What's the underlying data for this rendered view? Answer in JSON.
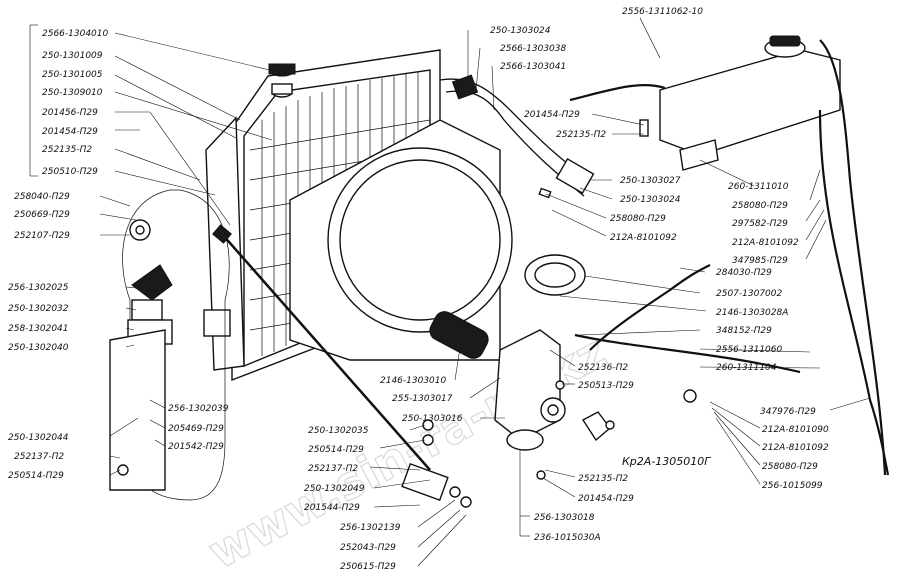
{
  "watermark": "www.sin-ra-ru-kz",
  "labels": {
    "l1": "2566-1304010",
    "l2": "250-1301009",
    "l3": "250-1301005",
    "l4": "250-1309010",
    "l5": "201456-П29",
    "l6": "201454-П29",
    "l7": "252135-П2",
    "l8": "250510-П29",
    "l9": "258040-П29",
    "l10": "250669-П29",
    "l11": "252107-П29",
    "l12": "256-1302025",
    "l13": "250-1302032",
    "l14": "258-1302041",
    "l15": "250-1302040",
    "l16": "256-1302039",
    "l17": "250-1302044",
    "l18": "205469-П29",
    "l19": "201542-П29",
    "l20": "252137-П2",
    "l21": "250514-П29",
    "l22": "250-1303024",
    "l23": "2566-1303038",
    "l24": "2566-1303041",
    "l25": "2556-1311062-10",
    "l26": "201454-П29",
    "l27": "252135-П2",
    "l28": "260-1311010",
    "l29": "258080-П29",
    "l30": "297582-П29",
    "l31": "212А-8101092",
    "l32": "347985-П29",
    "l33": "250-1303027",
    "l34": "250-1303024",
    "l35": "258080-П29",
    "l36": "212А-8101092",
    "l37": "284030-П29",
    "l38": "2507-1307002",
    "l39": "2146-1303028А",
    "l40": "348152-П29",
    "l41": "2556-1311060",
    "l42": "260-1311104",
    "l43": "347976-П29",
    "l44": "212А-8101090",
    "l45": "212А-8101092",
    "l46": "258080-П29",
    "l47": "256-1015099",
    "l48": "2146-1303010",
    "l49": "255-1303017",
    "l50": "252136-П2",
    "l51": "250513-П29",
    "l52": "250-1303016",
    "l53": "Кр2А-1305010Г",
    "l54": "252135-П2",
    "l55": "201454-П29",
    "l56": "256-1303018",
    "l57": "236-1015030А",
    "l58": "250-1302035",
    "l59": "250514-П29",
    "l60": "252137-П2",
    "l61": "250-1302049",
    "l62": "201544-П29",
    "l63": "256-1302139",
    "l64": "252043-П29",
    "l65": "250615-П29"
  }
}
